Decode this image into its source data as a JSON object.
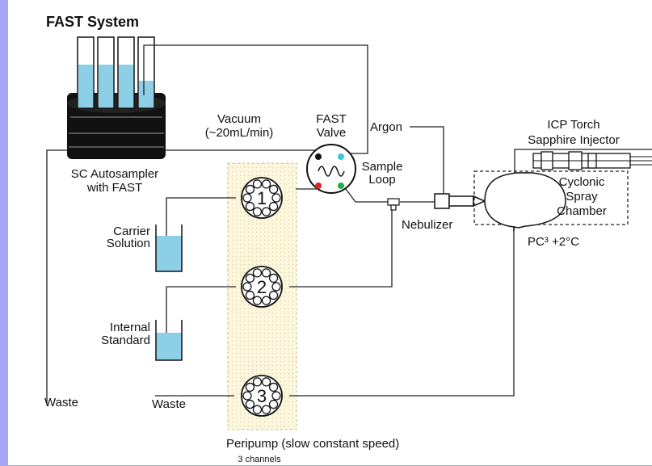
{
  "title": "FAST System",
  "labels": {
    "vacuum": "Vacuum",
    "vacuum_rate": "(~20mL/min)",
    "fast_valve_1": "FAST",
    "fast_valve_2": "Valve",
    "sample_loop_1": "Sample",
    "sample_loop_2": "Loop",
    "argon": "Argon",
    "icp_torch": "ICP Torch",
    "sapphire_injector": "Sapphire Injector",
    "cyclonic_1": "Cyclonic",
    "cyclonic_2": "Spray",
    "cyclonic_3": "Chamber",
    "nebulizer": "Nebulizer",
    "pc3": "PC³  +2°C",
    "autosampler_1": "SC Autosampler",
    "autosampler_2": "with FAST",
    "carrier_1": "Carrier",
    "carrier_2": "Solution",
    "internal_1": "Internal",
    "internal_2": "Standard",
    "waste_left": "Waste",
    "waste_pump": "Waste",
    "peripump": "Peripump  (slow constant speed)",
    "peripump_channels": "3 channels"
  },
  "pumps": [
    "1",
    "2",
    "3"
  ],
  "colors": {
    "background": "#a5a6f4",
    "liquid": "#8ccfe6",
    "peripump_band": "#fbf6dc",
    "port_black": "#111111",
    "port_cyan": "#38c6d8",
    "port_red": "#e22020",
    "port_green": "#22b04a"
  }
}
